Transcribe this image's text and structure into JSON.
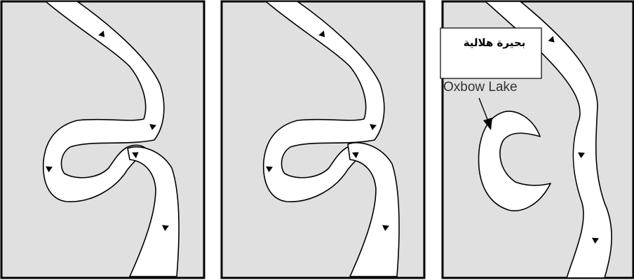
{
  "diagram": {
    "description_stages": 3,
    "labels": {
      "arabic_label": "بحيرة هلالية",
      "english_label": "Oxbow Lake"
    },
    "colors": {
      "background": "#e0e0e0",
      "river": "#ffffff",
      "outline": "#000000"
    }
  }
}
